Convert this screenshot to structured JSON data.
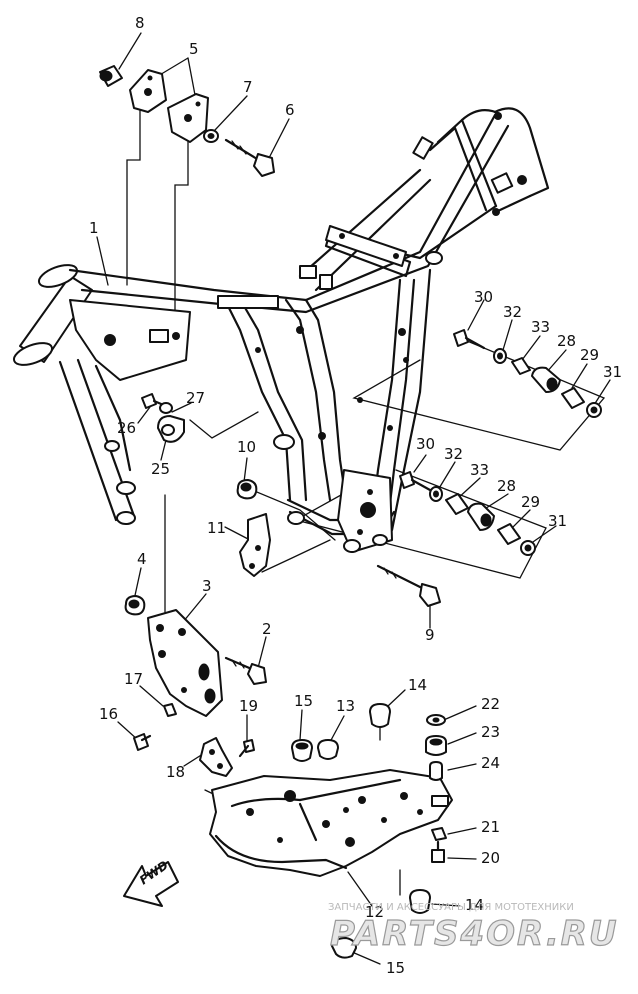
{
  "callouts": [
    {
      "id": "c8",
      "text": "8"
    },
    {
      "id": "c5",
      "text": "5"
    },
    {
      "id": "c7",
      "text": "7"
    },
    {
      "id": "c6",
      "text": "6"
    },
    {
      "id": "c1",
      "text": "1"
    },
    {
      "id": "c30a",
      "text": "30"
    },
    {
      "id": "c32a",
      "text": "32"
    },
    {
      "id": "c33a",
      "text": "33"
    },
    {
      "id": "c28a",
      "text": "28"
    },
    {
      "id": "c29a",
      "text": "29"
    },
    {
      "id": "c31a",
      "text": "31"
    },
    {
      "id": "c27",
      "text": "27"
    },
    {
      "id": "c26",
      "text": "26"
    },
    {
      "id": "c25",
      "text": "25"
    },
    {
      "id": "c10",
      "text": "10"
    },
    {
      "id": "c30b",
      "text": "30"
    },
    {
      "id": "c32b",
      "text": "32"
    },
    {
      "id": "c33b",
      "text": "33"
    },
    {
      "id": "c28b",
      "text": "28"
    },
    {
      "id": "c29b",
      "text": "29"
    },
    {
      "id": "c31b",
      "text": "31"
    },
    {
      "id": "c11",
      "text": "11"
    },
    {
      "id": "c4",
      "text": "4"
    },
    {
      "id": "c3",
      "text": "3"
    },
    {
      "id": "c2",
      "text": "2"
    },
    {
      "id": "c9",
      "text": "9"
    },
    {
      "id": "c17",
      "text": "17"
    },
    {
      "id": "c16",
      "text": "16"
    },
    {
      "id": "c19",
      "text": "19"
    },
    {
      "id": "c18",
      "text": "18"
    },
    {
      "id": "c15a",
      "text": "15"
    },
    {
      "id": "c13",
      "text": "13"
    },
    {
      "id": "c14a",
      "text": "14"
    },
    {
      "id": "c22",
      "text": "22"
    },
    {
      "id": "c23",
      "text": "23"
    },
    {
      "id": "c24",
      "text": "24"
    },
    {
      "id": "c21",
      "text": "21"
    },
    {
      "id": "c20",
      "text": "20"
    },
    {
      "id": "c12",
      "text": "12"
    },
    {
      "id": "c14b",
      "text": "14"
    },
    {
      "id": "c15b",
      "text": "15"
    }
  ],
  "fwd_label": "FWD",
  "watermark": {
    "caption": "ЗАПЧАСТИ И АКСЕССУАРЫ ДЛЯ МОТОТЕХНИКИ",
    "logo": "PARTS4OR.RU"
  },
  "colors": {
    "ink": "#111111",
    "background": "#ffffff",
    "watermark": "#9a9a9a"
  }
}
